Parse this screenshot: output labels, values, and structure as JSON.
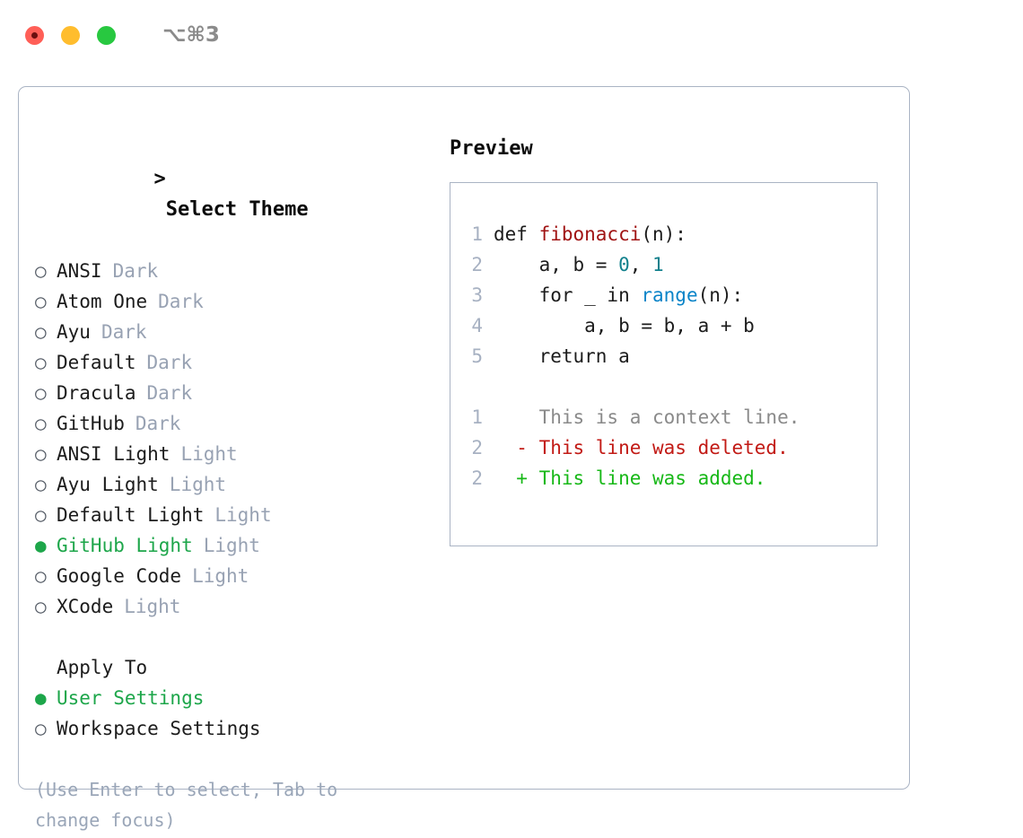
{
  "titlebar": {
    "shortcut": "⌥⌘3",
    "lights": [
      {
        "name": "close",
        "color": "#ff5f57"
      },
      {
        "name": "minimize",
        "color": "#ffbd2e"
      },
      {
        "name": "maximize",
        "color": "#28c840"
      }
    ]
  },
  "theme_section": {
    "caret": ">",
    "title": "Select Theme",
    "options": [
      {
        "bullet": "○",
        "label": "ANSI",
        "tag": "Dark",
        "selected": false
      },
      {
        "bullet": "○",
        "label": "Atom One",
        "tag": "Dark",
        "selected": false
      },
      {
        "bullet": "○",
        "label": "Ayu",
        "tag": "Dark",
        "selected": false
      },
      {
        "bullet": "○",
        "label": "Default",
        "tag": "Dark",
        "selected": false
      },
      {
        "bullet": "○",
        "label": "Dracula",
        "tag": "Dark",
        "selected": false
      },
      {
        "bullet": "○",
        "label": "GitHub",
        "tag": "Dark",
        "selected": false
      },
      {
        "bullet": "○",
        "label": "ANSI Light",
        "tag": "Light",
        "selected": false
      },
      {
        "bullet": "○",
        "label": "Ayu Light",
        "tag": "Light",
        "selected": false
      },
      {
        "bullet": "○",
        "label": "Default Light",
        "tag": "Light",
        "selected": false
      },
      {
        "bullet": "●",
        "label": "GitHub Light",
        "tag": "Light",
        "selected": true
      },
      {
        "bullet": "○",
        "label": "Google Code",
        "tag": "Light",
        "selected": false
      },
      {
        "bullet": "○",
        "label": "XCode",
        "tag": "Light",
        "selected": false
      }
    ]
  },
  "apply_section": {
    "title": "Apply To",
    "options": [
      {
        "bullet": "●",
        "label": "User Settings",
        "tag": "",
        "selected": true
      },
      {
        "bullet": "○",
        "label": "Workspace Settings",
        "tag": "",
        "selected": false
      }
    ]
  },
  "hint": "(Use Enter to select, Tab to change focus)",
  "preview": {
    "title": "Preview",
    "code_lines": [
      {
        "no": "1",
        "segments": [
          {
            "text": "def ",
            "style": "plain"
          },
          {
            "text": "fibonacci",
            "style": "fn"
          },
          {
            "text": "(n):",
            "style": "plain"
          }
        ]
      },
      {
        "no": "2",
        "segments": [
          {
            "text": "    a, b = ",
            "style": "plain"
          },
          {
            "text": "0",
            "style": "num"
          },
          {
            "text": ", ",
            "style": "plain"
          },
          {
            "text": "1",
            "style": "num"
          }
        ]
      },
      {
        "no": "3",
        "segments": [
          {
            "text": "    for _ in ",
            "style": "plain"
          },
          {
            "text": "range",
            "style": "call"
          },
          {
            "text": "(n):",
            "style": "plain"
          }
        ]
      },
      {
        "no": "4",
        "segments": [
          {
            "text": "        a, b = b, a + b",
            "style": "plain"
          }
        ]
      },
      {
        "no": "5",
        "segments": [
          {
            "text": "    return a",
            "style": "plain"
          }
        ]
      }
    ],
    "diff_lines": [
      {
        "no": "1",
        "marker": "  ",
        "text": "This is a context line.",
        "kind": "ctx"
      },
      {
        "no": "2",
        "marker": "- ",
        "text": "This line was deleted.",
        "kind": "del"
      },
      {
        "no": "2",
        "marker": "+ ",
        "text": "This line was added.",
        "kind": "add"
      }
    ]
  },
  "colors": {
    "accent_green": "#1da64a",
    "border": "#aab4c4",
    "tag": "#98a2b3",
    "lineno": "#a7b1c2",
    "hint": "#9aa6b8",
    "fn": "#a01313",
    "call": "#0a84c8",
    "num": "#11808c",
    "diff_del": "#c21a15",
    "diff_add": "#17b817",
    "diff_ctx": "#8a8a8a"
  }
}
